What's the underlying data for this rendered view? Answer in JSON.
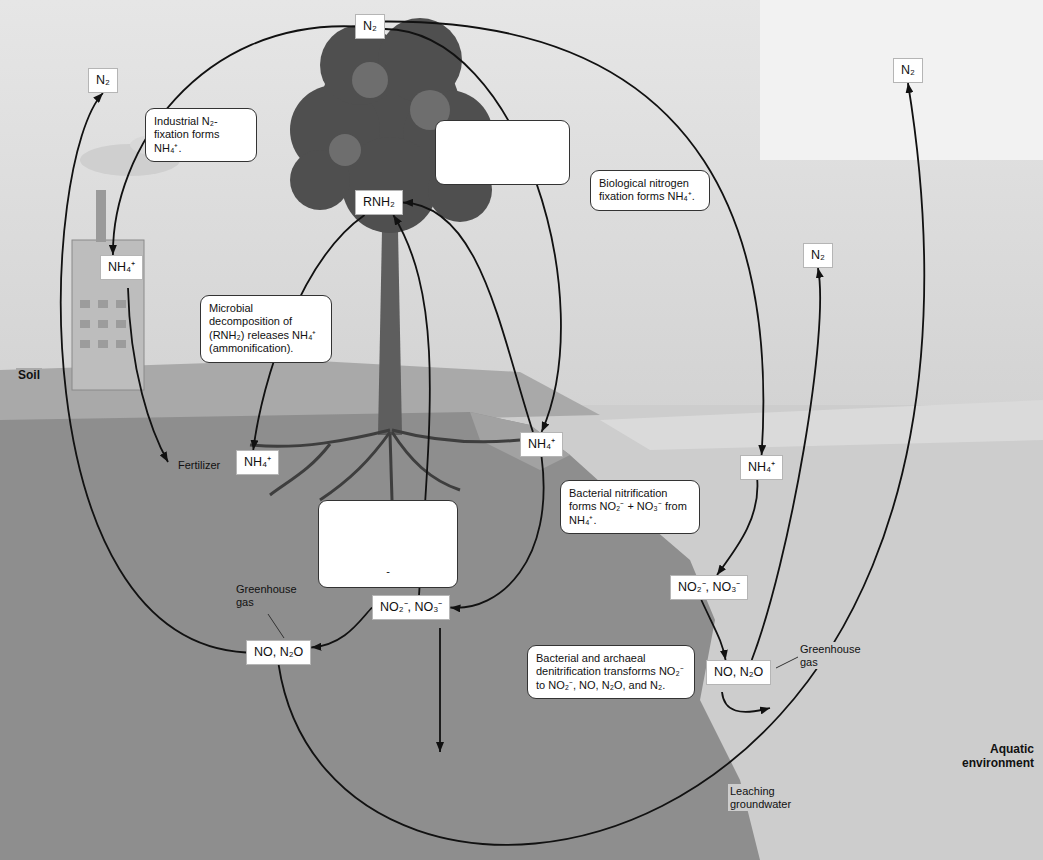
{
  "diagram": {
    "nodes": [
      {
        "text": [
          "N₂"
        ]
      },
      {
        "text": [
          "N₂"
        ]
      },
      {
        "text": [
          "N₂"
        ]
      },
      {
        "text": [
          "Industrial N₂-fixation forms NH₄⁺."
        ]
      },
      {
        "text": [
          "RNH₂"
        ]
      },
      {
        "text": [
          "Biological nitrogen fixation forms NH₄⁺."
        ]
      },
      {
        "text": [
          "N₂"
        ]
      },
      {
        "text": [
          "NH₄⁺"
        ]
      },
      {
        "text": [
          "Microbial decomposition of (RNH₂) releases NH₄⁺ (ammonification)."
        ]
      },
      {
        "text": [
          "NH₄⁺"
        ]
      },
      {
        "text": [
          "NH₄⁺"
        ]
      },
      {
        "text": [
          "NH₄⁺"
        ]
      },
      {
        "text": [
          "Bacterial nitrification forms NO₂⁻ + NO₃⁻ from NH₄⁺."
        ]
      },
      {
        "text": [
          "-"
        ]
      },
      {
        "text": [
          "NO₂⁻, NO₃⁻"
        ]
      },
      {
        "text": [
          "NO₂⁻, NO₃⁻"
        ]
      },
      {
        "text": [
          "NO, N₂O"
        ]
      },
      {
        "text": [
          "Bacterial and archaeal denitrification transforms NO₂⁻ to NO₂⁻, NO, N₂O, and N₂."
        ]
      },
      {
        "text": [
          "NO, N₂O"
        ]
      }
    ],
    "edges": [
      {
        "from": 0,
        "to": 7,
        "arrow": "to"
      },
      {
        "from": 0,
        "to": 9,
        "arrow": "to"
      },
      {
        "from": 0,
        "to": 11,
        "arrow": "to"
      },
      {
        "from": 9,
        "to": 4,
        "arrow": "to"
      },
      {
        "from": 4,
        "to": 10,
        "arrow": "to"
      },
      {
        "from": 9,
        "to": 15,
        "arrow": "to"
      },
      {
        "from": 15,
        "to": 4,
        "arrow": "to"
      },
      {
        "from": 15,
        "to": 16,
        "arrow": "to"
      },
      {
        "from": 16,
        "to": 1,
        "arrow": "to"
      },
      {
        "from": 11,
        "to": 14,
        "arrow": "to"
      },
      {
        "from": 18,
        "to": 6,
        "arrow": "to"
      },
      {
        "from": 16,
        "to": 2,
        "arrow": "to"
      },
      {
        "from": 14,
        "to": 18,
        "arrow": "to"
      }
    ],
    "labels": [
      "Soil",
      "Fertilizer",
      "Greenhouse gas",
      "Greenhouse gas",
      "Aquatic environment",
      "Leaching groundwater"
    ]
  }
}
